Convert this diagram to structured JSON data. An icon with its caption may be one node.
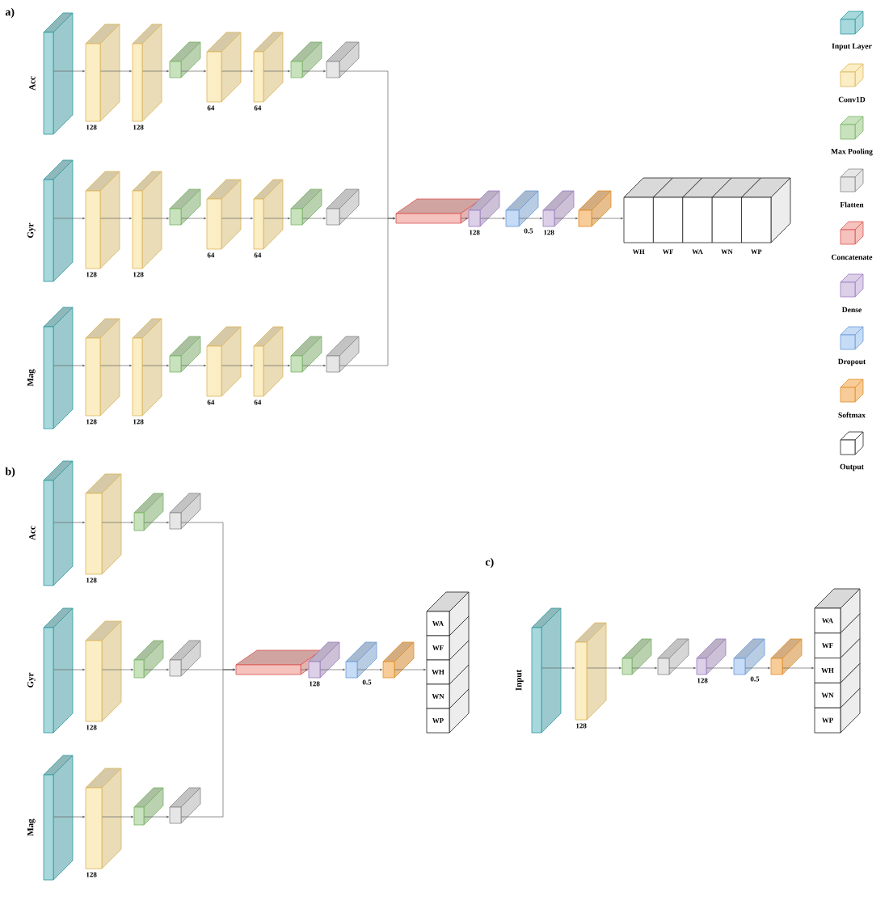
{
  "diagram": {
    "nodes": [
      {
        "text": [
          "Acc"
        ]
      },
      {
        "text": [],
        "shape": "box",
        "beside": [
          "128"
        ]
      },
      {
        "text": [],
        "shape": "box",
        "beside": [
          "128"
        ]
      },
      {
        "text": [],
        "shape": "box"
      },
      {
        "text": [],
        "shape": "box",
        "beside": [
          "64"
        ]
      },
      {
        "text": [],
        "shape": "box",
        "beside": [
          "64"
        ]
      },
      {
        "text": [],
        "shape": "box"
      },
      {
        "text": [],
        "shape": "box"
      },
      {
        "text": [
          "Gyr"
        ]
      },
      {
        "text": [],
        "shape": "box",
        "beside": [
          "128"
        ]
      },
      {
        "text": [],
        "shape": "box",
        "beside": [
          "128"
        ]
      },
      {
        "text": [],
        "shape": "box"
      },
      {
        "text": [],
        "shape": "box",
        "beside": [
          "64"
        ]
      },
      {
        "text": [],
        "shape": "box",
        "beside": [
          "64"
        ]
      },
      {
        "text": [],
        "shape": "box"
      },
      {
        "text": [],
        "shape": "box"
      },
      {
        "text": [
          "Mag"
        ]
      },
      {
        "text": [],
        "shape": "box",
        "beside": [
          "128"
        ]
      },
      {
        "text": [],
        "shape": "box",
        "beside": [
          "128"
        ]
      },
      {
        "text": [],
        "shape": "box"
      },
      {
        "text": [],
        "shape": "box",
        "beside": [
          "64"
        ]
      },
      {
        "text": [],
        "shape": "box",
        "beside": [
          "64"
        ]
      },
      {
        "text": [],
        "shape": "box"
      },
      {
        "text": [],
        "shape": "box"
      },
      {
        "text": [],
        "shape": "box"
      },
      {
        "text": [],
        "shape": "box",
        "beside": [
          "128"
        ]
      },
      {
        "text": [],
        "shape": "box",
        "beside": [
          "0.5"
        ]
      },
      {
        "text": [],
        "shape": "box",
        "beside": [
          "128"
        ]
      },
      {
        "text": [],
        "shape": "box"
      },
      {
        "text": [
          "WH"
        ]
      },
      {
        "text": [
          "WF"
        ]
      },
      {
        "text": [
          "WA"
        ]
      },
      {
        "text": [
          "WN"
        ]
      },
      {
        "text": [
          "WP"
        ]
      },
      {
        "text": [
          "Acc"
        ]
      },
      {
        "text": [],
        "shape": "box",
        "beside": [
          "128"
        ]
      },
      {
        "text": [],
        "shape": "box"
      },
      {
        "text": [],
        "shape": "box"
      },
      {
        "text": [
          "Gyr"
        ]
      },
      {
        "text": [],
        "shape": "box",
        "beside": [
          "128"
        ]
      },
      {
        "text": [],
        "shape": "box"
      },
      {
        "text": [],
        "shape": "box"
      },
      {
        "text": [
          "Mag"
        ]
      },
      {
        "text": [],
        "shape": "box",
        "beside": [
          "128"
        ]
      },
      {
        "text": [],
        "shape": "box"
      },
      {
        "text": [],
        "shape": "box"
      },
      {
        "text": [],
        "shape": "box"
      },
      {
        "text": [],
        "shape": "box",
        "beside": [
          "128"
        ]
      },
      {
        "text": [],
        "shape": "box",
        "beside": [
          "0.5"
        ]
      },
      {
        "text": [],
        "shape": "box"
      },
      {
        "text": [
          "WA"
        ]
      },
      {
        "text": [
          "WF"
        ]
      },
      {
        "text": [
          "WH"
        ]
      },
      {
        "text": [
          "WN"
        ]
      },
      {
        "text": [
          "WP"
        ]
      },
      {
        "text": [
          "Input"
        ]
      },
      {
        "text": [],
        "shape": "box",
        "beside": [
          "128"
        ]
      },
      {
        "text": [],
        "shape": "box"
      },
      {
        "text": [],
        "shape": "box"
      },
      {
        "text": [],
        "shape": "box",
        "beside": [
          "128"
        ]
      },
      {
        "text": [],
        "shape": "box",
        "beside": [
          "0.5"
        ]
      },
      {
        "text": [],
        "shape": "box"
      },
      {
        "text": [
          "WA"
        ]
      },
      {
        "text": [
          "WF"
        ]
      },
      {
        "text": [
          "WH"
        ]
      },
      {
        "text": [
          "WN"
        ]
      },
      {
        "text": [
          "WP"
        ]
      }
    ],
    "edges": [
      {
        "from": 0,
        "to": 1,
        "arrow": "to"
      },
      {
        "from": 1,
        "to": 2,
        "arrow": "to"
      },
      {
        "from": 2,
        "to": 3,
        "arrow": "to"
      },
      {
        "from": 3,
        "to": 4,
        "arrow": "to"
      },
      {
        "from": 4,
        "to": 5,
        "arrow": "to"
      },
      {
        "from": 5,
        "to": 6,
        "arrow": "to"
      },
      {
        "from": 6,
        "to": 7,
        "arrow": "to"
      },
      {
        "from": 8,
        "to": 9,
        "arrow": "to"
      },
      {
        "from": 9,
        "to": 10,
        "arrow": "to"
      },
      {
        "from": 10,
        "to": 11,
        "arrow": "to"
      },
      {
        "from": 11,
        "to": 12,
        "arrow": "to"
      },
      {
        "from": 12,
        "to": 13,
        "arrow": "to"
      },
      {
        "from": 13,
        "to": 14,
        "arrow": "to"
      },
      {
        "from": 14,
        "to": 15,
        "arrow": "to"
      },
      {
        "from": 16,
        "to": 17,
        "arrow": "to"
      },
      {
        "from": 17,
        "to": 18,
        "arrow": "to"
      },
      {
        "from": 18,
        "to": 19,
        "arrow": "to"
      },
      {
        "from": 19,
        "to": 20,
        "arrow": "to"
      },
      {
        "from": 20,
        "to": 21,
        "arrow": "to"
      },
      {
        "from": 21,
        "to": 22,
        "arrow": "to"
      },
      {
        "from": 22,
        "to": 23,
        "arrow": "to"
      },
      {
        "from": 7,
        "to": 24,
        "arrow": "to"
      },
      {
        "from": 15,
        "to": 24,
        "arrow": "to"
      },
      {
        "from": 23,
        "to": 24,
        "arrow": "to"
      },
      {
        "from": 24,
        "to": 25,
        "arrow": "to"
      },
      {
        "from": 25,
        "to": 26,
        "arrow": "to"
      },
      {
        "from": 26,
        "to": 27,
        "arrow": "to"
      },
      {
        "from": 27,
        "to": 28,
        "arrow": "to"
      },
      {
        "from": 28,
        "to": 29,
        "arrow": "to"
      },
      {
        "from": 34,
        "to": 35,
        "arrow": "to"
      },
      {
        "from": 35,
        "to": 36,
        "arrow": "to"
      },
      {
        "from": 36,
        "to": 37,
        "arrow": "to"
      },
      {
        "from": 38,
        "to": 39,
        "arrow": "to"
      },
      {
        "from": 39,
        "to": 40,
        "arrow": "to"
      },
      {
        "from": 40,
        "to": 41,
        "arrow": "to"
      },
      {
        "from": 42,
        "to": 43,
        "arrow": "to"
      },
      {
        "from": 43,
        "to": 44,
        "arrow": "to"
      },
      {
        "from": 44,
        "to": 45,
        "arrow": "to"
      },
      {
        "from": 37,
        "to": 46,
        "arrow": "to"
      },
      {
        "from": 41,
        "to": 46,
        "arrow": "to"
      },
      {
        "from": 45,
        "to": 46,
        "arrow": "to"
      },
      {
        "from": 46,
        "to": 47,
        "arrow": "to"
      },
      {
        "from": 47,
        "to": 48,
        "arrow": "to"
      },
      {
        "from": 48,
        "to": 49,
        "arrow": "to"
      },
      {
        "from": 49,
        "to": 52,
        "arrow": "to"
      },
      {
        "from": 55,
        "to": 56,
        "arrow": "to"
      },
      {
        "from": 56,
        "to": 57,
        "arrow": "to"
      },
      {
        "from": 57,
        "to": 58,
        "arrow": "to"
      },
      {
        "from": 58,
        "to": 59,
        "arrow": "to"
      },
      {
        "from": 59,
        "to": 60,
        "arrow": "to"
      },
      {
        "from": 60,
        "to": 61,
        "arrow": "to"
      },
      {
        "from": 61,
        "to": 64,
        "arrow": "to"
      }
    ],
    "labels": [
      "a)",
      "b)",
      "c)"
    ],
    "legend": [
      {
        "text": "Input Layer",
        "color": "#a8d8dc"
      },
      {
        "text": "Conv1D",
        "color": "#fbedc4"
      },
      {
        "text": "Max Pooling",
        "color": "#c8e2bd"
      },
      {
        "text": "Flatten",
        "color": "#e6e6e6"
      },
      {
        "text": "Concatenate",
        "color": "#f5c2be"
      },
      {
        "text": "Dense",
        "color": "#dccfe8"
      },
      {
        "text": "Dropout",
        "color": "#c6dbf5"
      },
      {
        "text": "Softmax",
        "color": "#f8cc98"
      },
      {
        "text": "Output"
      }
    ]
  }
}
